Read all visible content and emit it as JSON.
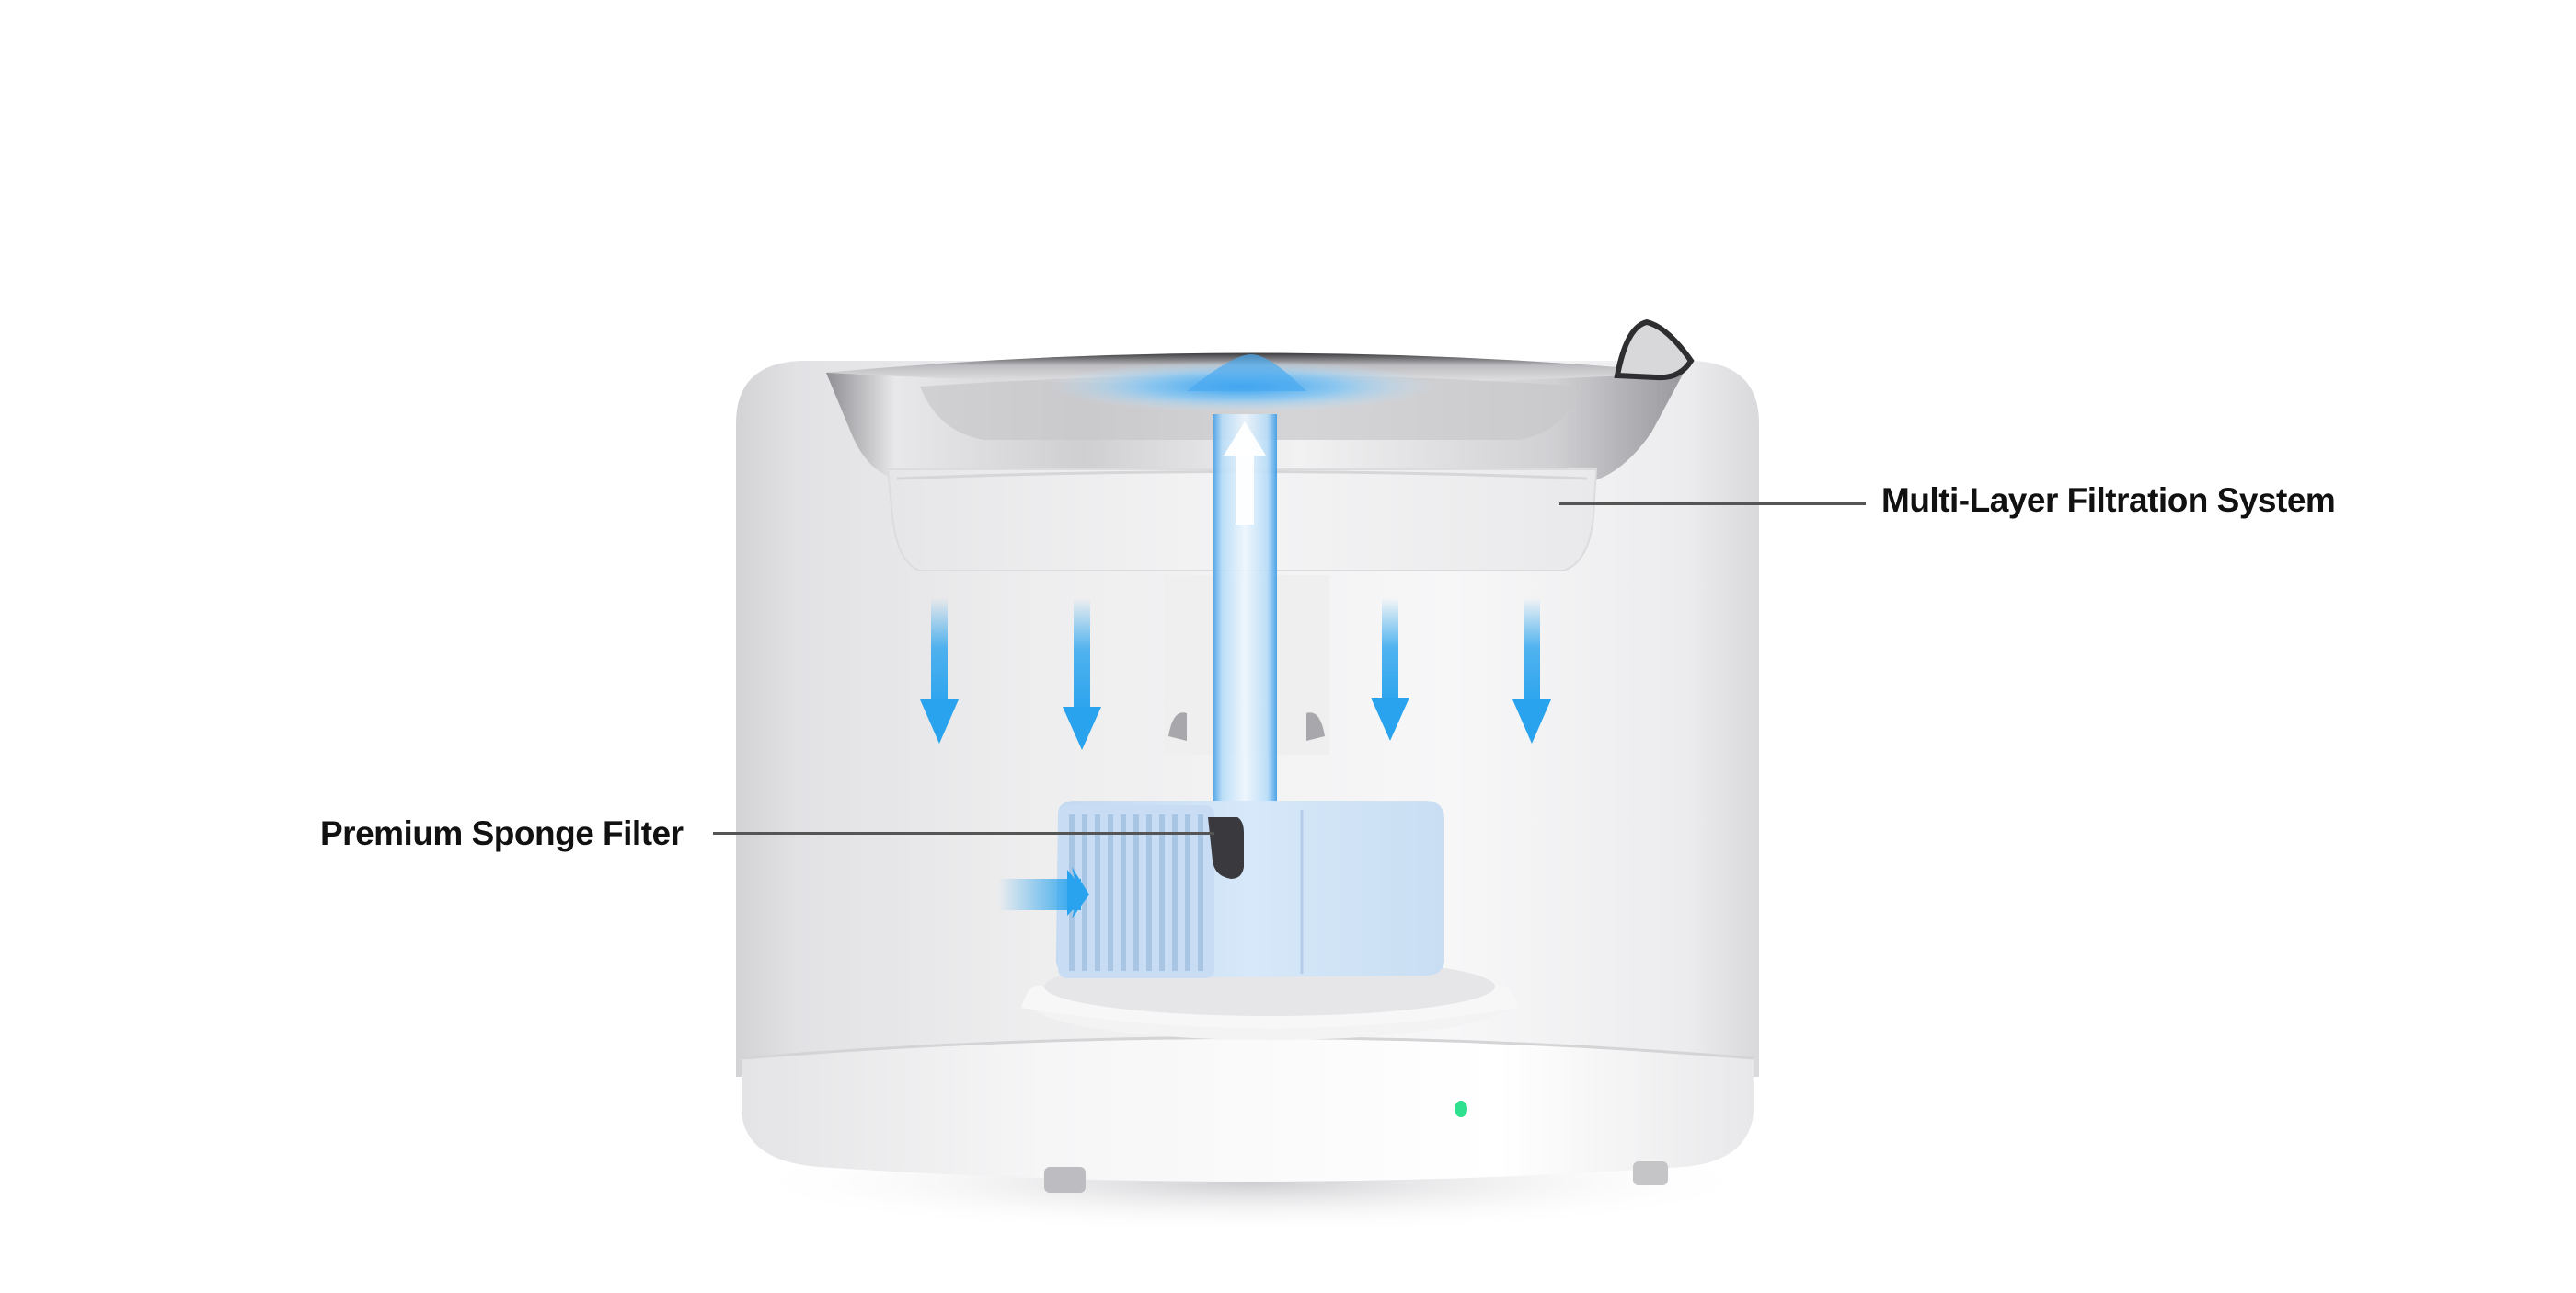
{
  "diagram": {
    "subject": "pet water fountain cutaway",
    "callouts": [
      {
        "id": "filtration",
        "label": "Multi-Layer Filtration System",
        "side": "right"
      },
      {
        "id": "sponge",
        "label": "Premium Sponge Filter",
        "side": "left"
      }
    ],
    "flow_arrows": {
      "down_count": 4,
      "up_count": 1,
      "inlet_count": 1,
      "color": "#29a3ee"
    },
    "indicator_led": {
      "color": "#2fe08f",
      "state": "on"
    },
    "colors": {
      "background": "#ffffff",
      "body": "#f2f2f4",
      "bowl_steel": "#c9c9cc",
      "filter_cartridge": "#cfe3f6",
      "water_glow": "#35a6f0",
      "label_text": "#111111",
      "leader_line": "#555555"
    }
  }
}
